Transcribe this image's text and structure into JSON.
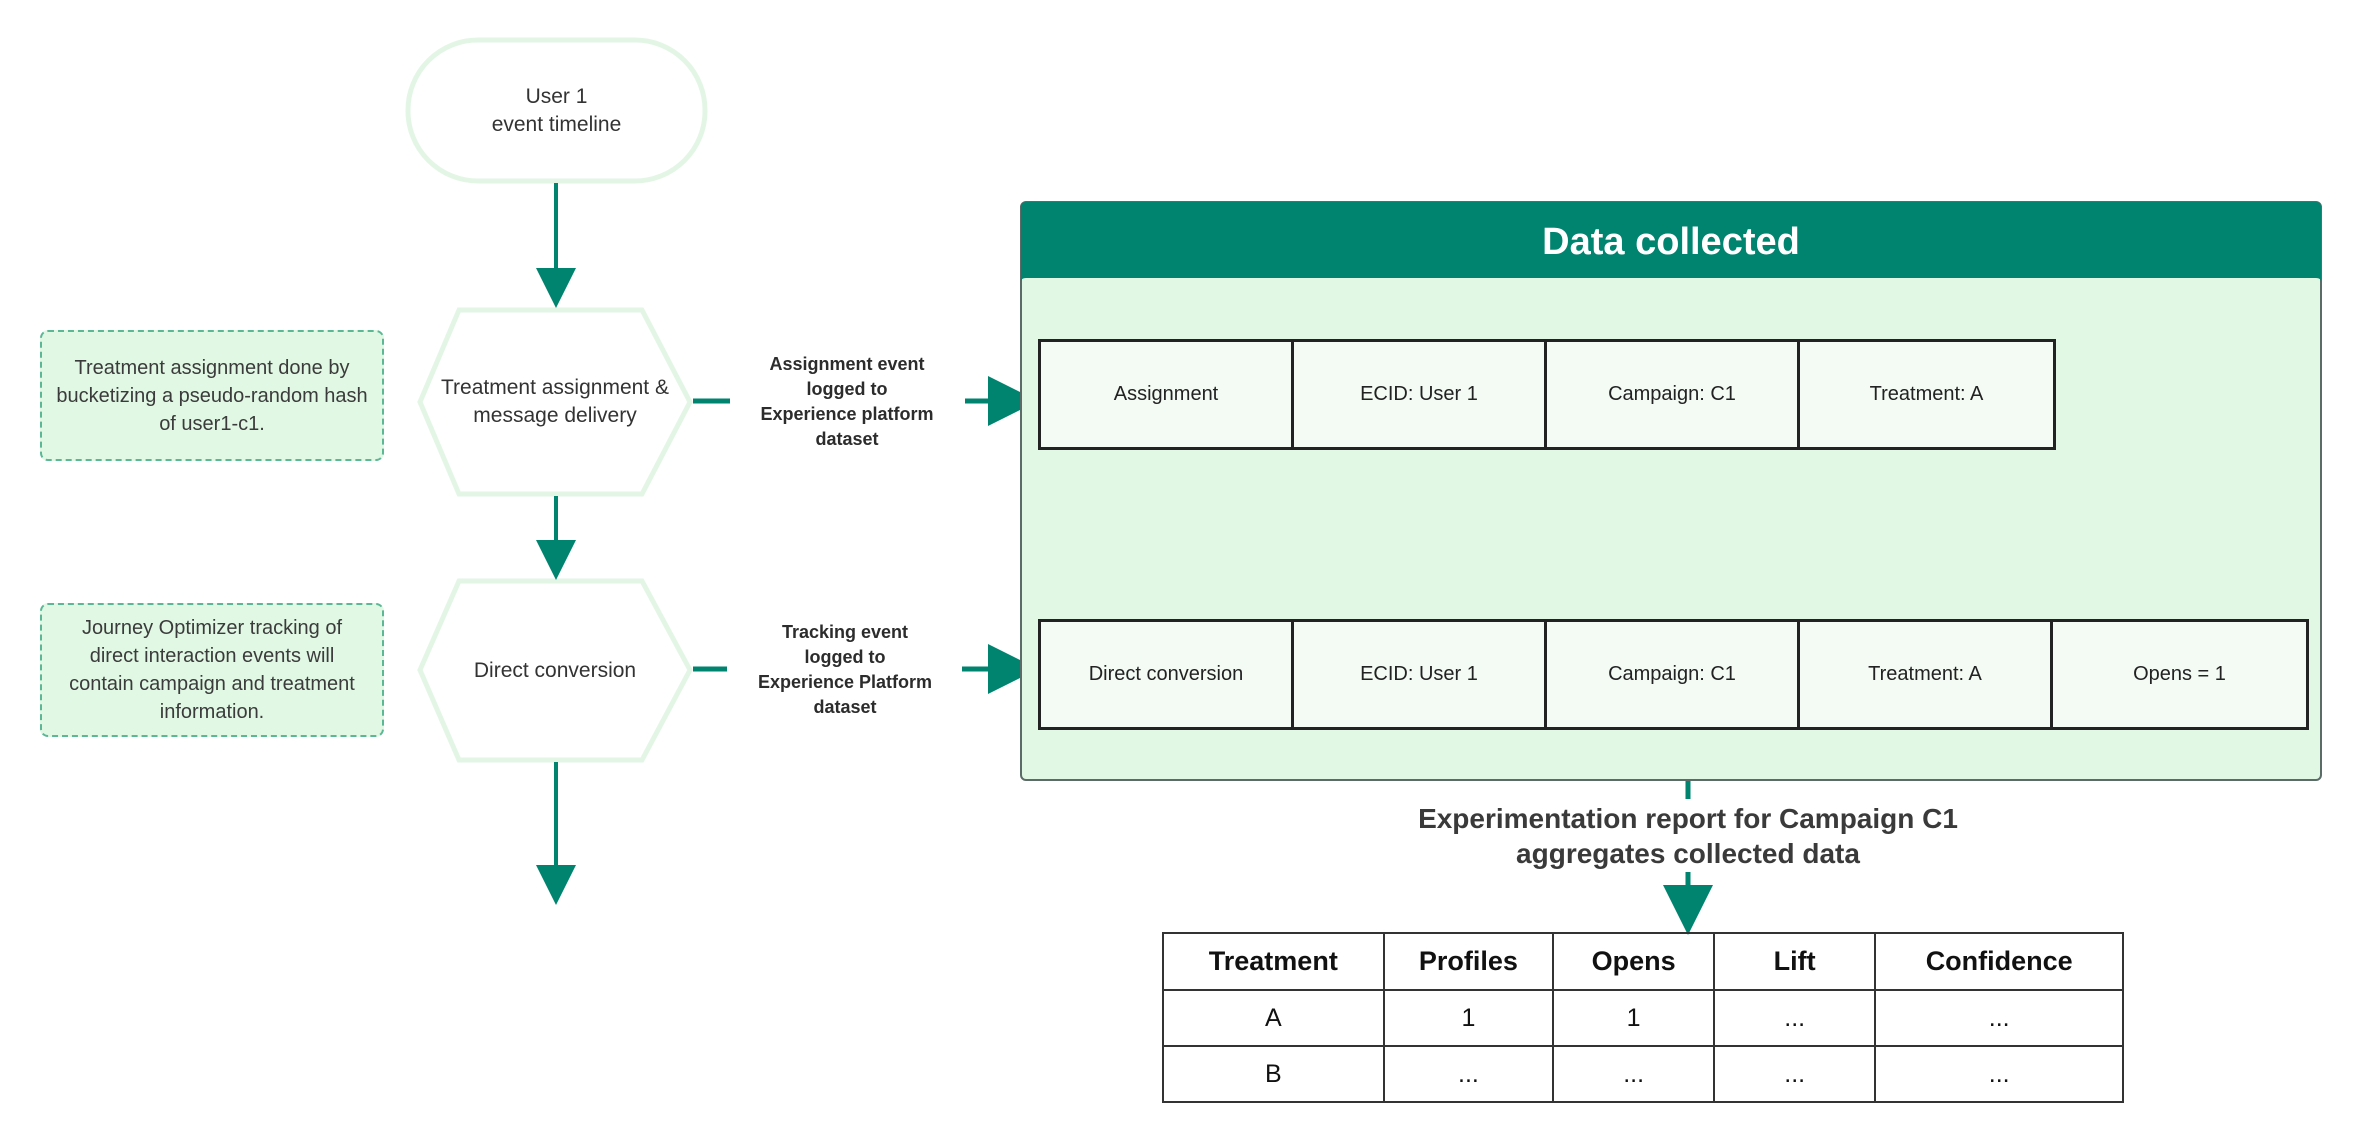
{
  "timeline_node": {
    "label": "User 1\nevent timeline"
  },
  "treatment_node": {
    "label": "Treatment assignment &\nmessage delivery"
  },
  "conversion_node": {
    "label": "Direct conversion"
  },
  "notes": {
    "treatment_note": "Treatment assignment done by bucketizing a pseudo-random hash of user1-c1.",
    "tracking_note": "Journey Optimizer tracking of direct interaction events will contain campaign and treatment information."
  },
  "edge_labels": {
    "assignment_event": "Assignment event\nlogged to\nExperience platform dataset",
    "tracking_event": "Tracking event\nlogged to\nExperience Platform dataset"
  },
  "data_panel": {
    "title": "Data collected",
    "assignment_record": [
      "Assignment",
      "ECID: User 1",
      "Campaign: C1",
      "Treatment: A"
    ],
    "conversion_record": [
      "Direct conversion",
      "ECID: User 1",
      "Campaign: C1",
      "Treatment: A",
      "Opens = 1"
    ]
  },
  "report_label": "Experimentation report for Campaign C1\naggregates collected data",
  "report_table": {
    "headers": [
      "Treatment",
      "Profiles",
      "Opens",
      "Lift",
      "Confidence"
    ],
    "rows": [
      [
        "A",
        "1",
        "1",
        "...",
        "..."
      ],
      [
        "B",
        "...",
        "...",
        "...",
        "..."
      ]
    ]
  },
  "colors": {
    "accent": "#00836f",
    "panel_fill": "#e1f8e4",
    "node_outline": "#e3f6e6",
    "note_border": "#5cb795"
  }
}
